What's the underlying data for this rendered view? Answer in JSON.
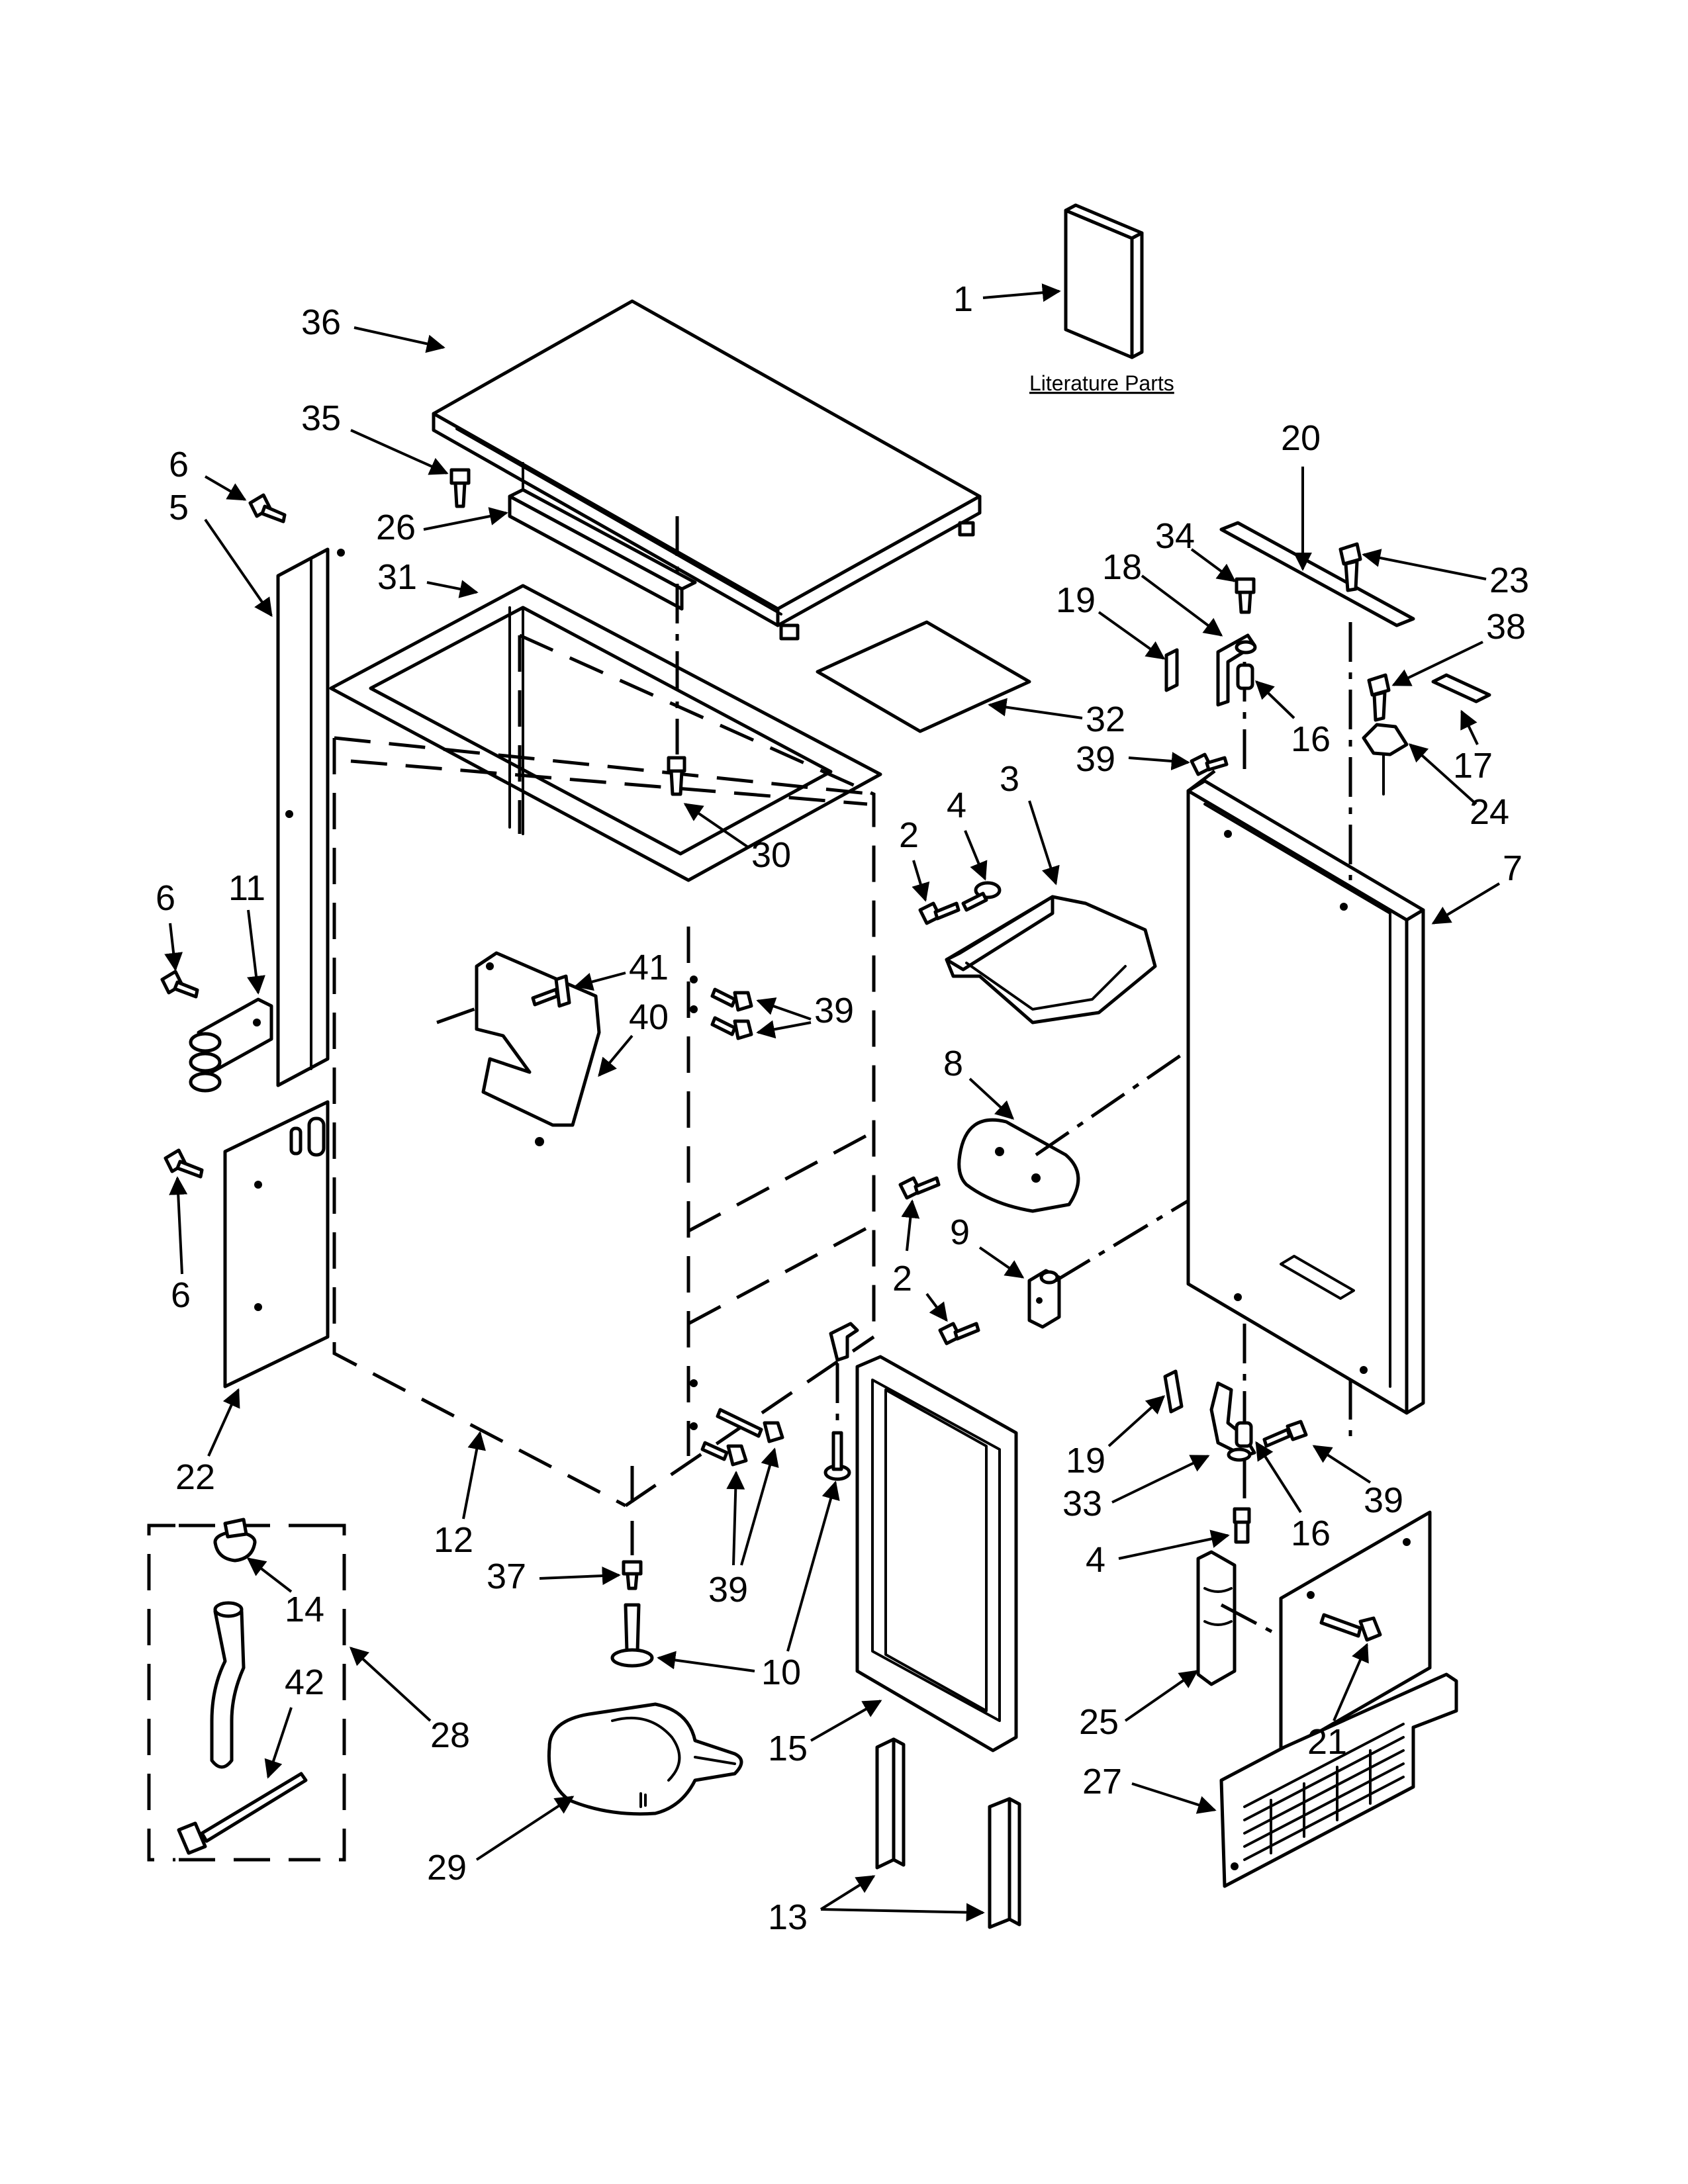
{
  "literature": {
    "label": "Literature Parts",
    "callout": "1"
  },
  "callouts": {
    "c2a": "2",
    "c2b": "2",
    "c3": "3",
    "c4a": "4",
    "c4b": "4",
    "c5": "5",
    "c6a": "6",
    "c6b": "6",
    "c6c": "6",
    "c7": "7",
    "c8": "8",
    "c9": "9",
    "c10": "10",
    "c11": "11",
    "c12": "12",
    "c13": "13",
    "c14": "14",
    "c15": "15",
    "c16a": "16",
    "c16b": "16",
    "c17": "17",
    "c18": "18",
    "c19a": "19",
    "c19b": "19",
    "c20": "20",
    "c21": "21",
    "c22": "22",
    "c23": "23",
    "c24": "24",
    "c25": "25",
    "c26": "26",
    "c27": "27",
    "c28": "28",
    "c29": "29",
    "c30": "30",
    "c31": "31",
    "c32": "32",
    "c33": "33",
    "c34": "34",
    "c35": "35",
    "c36": "36",
    "c37": "37",
    "c38": "38",
    "c39a": "39",
    "c39b": "39",
    "c39c": "39",
    "c39d": "39",
    "c40": "40",
    "c41": "41",
    "c42": "42"
  }
}
